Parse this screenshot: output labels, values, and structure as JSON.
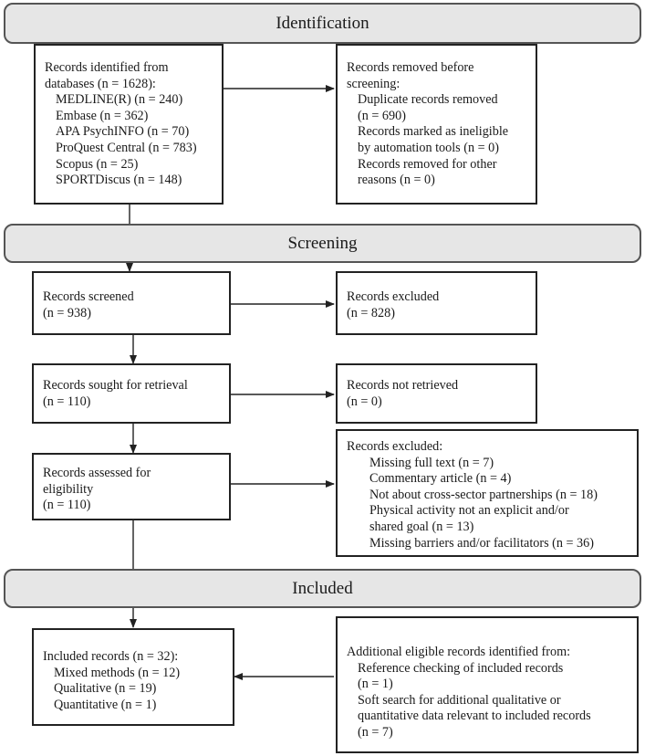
{
  "phases": {
    "identification": "Identification",
    "screening": "Screening",
    "included": "Included"
  },
  "boxes": {
    "identified": {
      "lines": [
        "Records identified from",
        "databases (n = 1628):",
        "MEDLINE(R) (n = 240)",
        "Embase (n = 362)",
        "APA PsychINFO (n = 70)",
        "ProQuest Central (n = 783)",
        "Scopus (n = 25)",
        "SPORTDiscus (n = 148)"
      ]
    },
    "removed": {
      "lines": [
        "Records removed before",
        "screening:",
        "Duplicate records removed",
        "(n = 690)",
        "Records marked as ineligible",
        "by automation tools (n = 0)",
        "Records removed for other",
        "reasons (n = 0)"
      ]
    },
    "screened": {
      "lines": [
        "Records screened",
        "(n = 938)"
      ]
    },
    "excluded_screen": {
      "lines": [
        "Records excluded",
        "(n = 828)"
      ]
    },
    "sought": {
      "lines": [
        "Records sought for retrieval",
        "(n = 110)"
      ]
    },
    "not_retrieved": {
      "lines": [
        "Records not retrieved",
        "(n = 0)"
      ]
    },
    "assessed": {
      "lines": [
        "Records assessed for",
        "eligibility",
        "(n = 110)"
      ]
    },
    "excluded_full": {
      "lines": [
        "Records excluded:",
        "Missing full text (n = 7)",
        "Commentary article (n = 4)",
        "Not about cross-sector partnerships (n = 18)",
        "Physical activity not an explicit and/or",
        "shared goal (n = 13)",
        "Missing barriers and/or facilitators (n = 36)"
      ]
    },
    "included": {
      "lines": [
        "Included records (n = 32):",
        "Mixed methods (n = 12)",
        "Qualitative (n = 19)",
        "Quantitative (n = 1)"
      ]
    },
    "additional": {
      "lines": [
        "Additional eligible records identified from:",
        "Reference checking of included records",
        "(n = 1)",
        "Soft search for additional qualitative or",
        "quantitative data  relevant to included records",
        "(n = 7)"
      ]
    }
  }
}
